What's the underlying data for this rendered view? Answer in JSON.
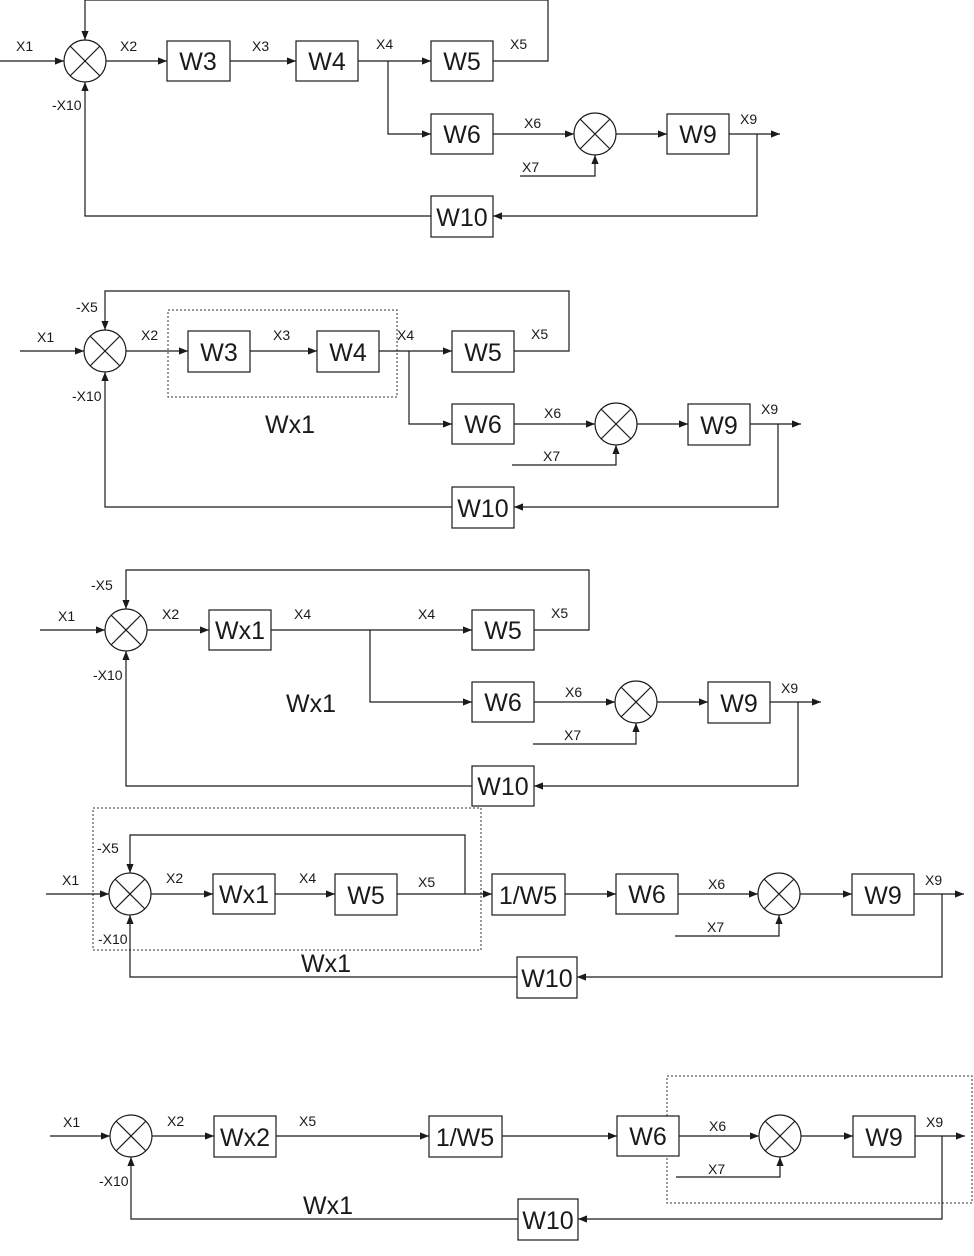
{
  "blocks": {
    "W3": "W3",
    "W4": "W4",
    "W5": "W5",
    "W6": "W6",
    "W9": "W9",
    "W10": "W10",
    "Wx1": "Wx1",
    "Wx2": "Wx2",
    "inv_W5": "1/W5"
  },
  "signals": {
    "X1": "X1",
    "X2": "X2",
    "X3": "X3",
    "X4": "X4",
    "X5": "X5",
    "X6": "X6",
    "X7": "X7",
    "X9": "X9",
    "neg_X5": "-X5",
    "neg_X10": "-X10"
  },
  "group_labels": {
    "Wx1": "Wx1"
  }
}
